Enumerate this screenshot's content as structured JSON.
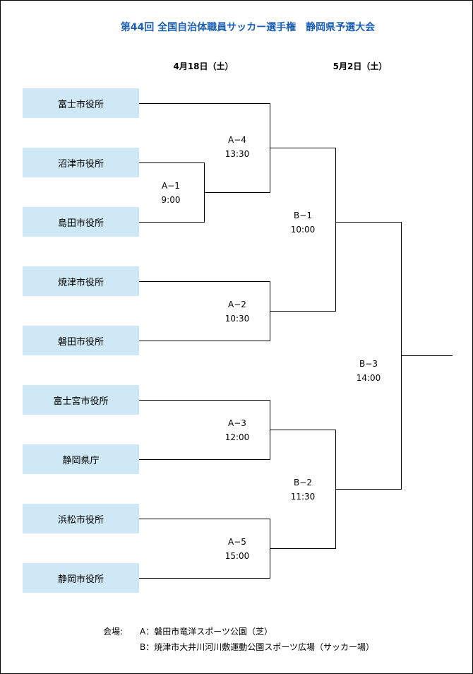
{
  "title": "第44回 全国自治体職員サッカー選手権　静岡県予選大会",
  "rounds": [
    {
      "date": "4月18日（土）"
    },
    {
      "date": "5月2日（土）"
    }
  ],
  "teams": [
    "富士市役所",
    "沼津市役所",
    "島田市役所",
    "焼津市役所",
    "磐田市役所",
    "富士宮市役所",
    "静岡県庁",
    "浜松市役所",
    "静岡市役所"
  ],
  "matches": {
    "A1": {
      "code": "A−1",
      "time": "9:00"
    },
    "A2": {
      "code": "A−2",
      "time": "10:30"
    },
    "A3": {
      "code": "A−3",
      "time": "12:00"
    },
    "A4": {
      "code": "A−4",
      "time": "13:30"
    },
    "A5": {
      "code": "A−5",
      "time": "15:00"
    },
    "B1": {
      "code": "B−1",
      "time": "10:00"
    },
    "B2": {
      "code": "B−2",
      "time": "11:30"
    },
    "B3": {
      "code": "B−3",
      "time": "14:00"
    }
  },
  "venue": {
    "label": "会場:",
    "items": [
      "A：磐田市竜洋スポーツ公園（芝）",
      "B：焼津市大井川河川敷運動公園スポーツ広場（サッカー場）"
    ]
  }
}
